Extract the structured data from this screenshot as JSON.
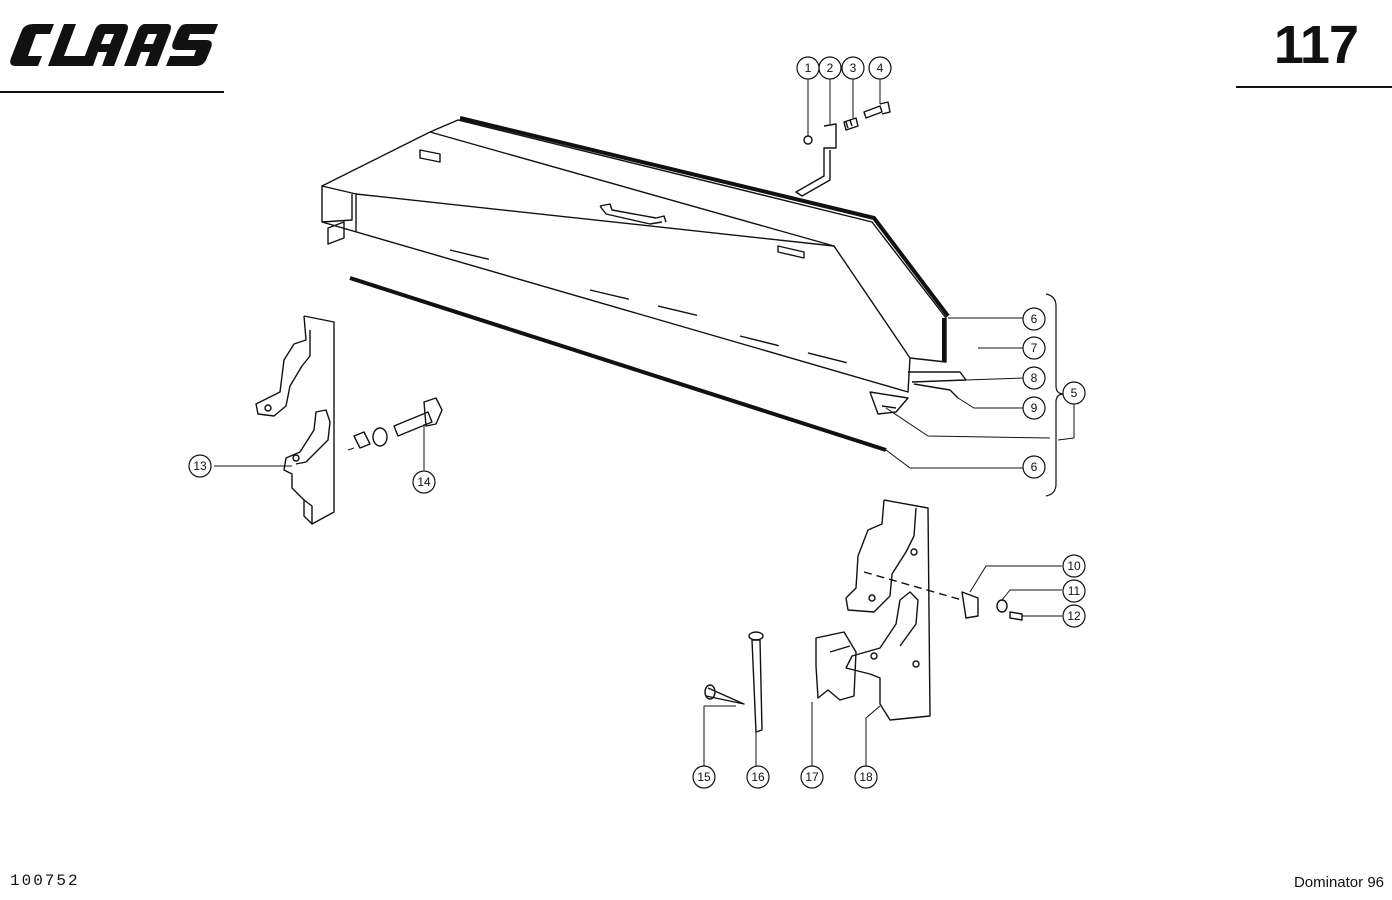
{
  "header": {
    "brand": "CLAAS",
    "page_number": "117"
  },
  "footer": {
    "document_number": "100752",
    "model": "Dominator 96"
  },
  "callouts": {
    "c1": "1",
    "c2": "2",
    "c3": "3",
    "c4": "4",
    "c5": "5",
    "c6a": "6",
    "c6b": "6",
    "c7": "7",
    "c8": "8",
    "c9": "9",
    "c10": "10",
    "c11": "11",
    "c12": "12",
    "c13": "13",
    "c14": "14",
    "c15": "15",
    "c16": "16",
    "c17": "17",
    "c18": "18"
  }
}
